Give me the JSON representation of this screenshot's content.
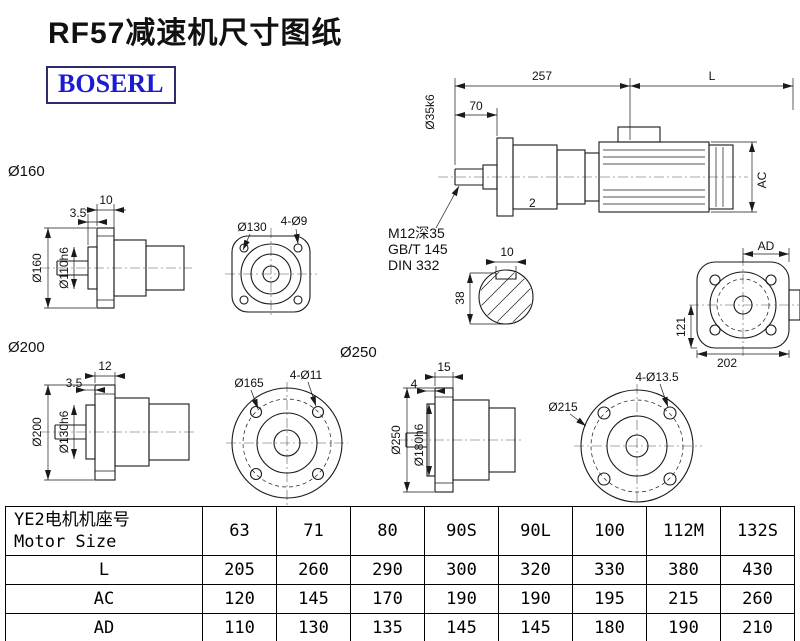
{
  "title": "RF57减速机尺寸图纸",
  "brand": "BOSERL",
  "main_view": {
    "dim_257": "257",
    "dim_L": "L",
    "dim_70": "70",
    "dim_shaft_dia": "Ø35k6",
    "dim_AC": "AC",
    "dim_2": "2",
    "note_tap": "M12深35",
    "note_gb": "GB/T 145",
    "note_din": "DIN 332"
  },
  "flange160": {
    "section_label": "Ø160",
    "dim_10": "10",
    "dim_3_5": "3.5",
    "dim_od": "Ø160",
    "dim_pilot": "Ø110h6"
  },
  "face130": {
    "dim_bolt_circle": "Ø130",
    "dim_holes": "4-Ø9"
  },
  "shaft_section": {
    "dim_key_width": "10",
    "dim_height": "38"
  },
  "motor_end_view": {
    "dim_AD": "AD",
    "dim_121": "121",
    "dim_202": "202"
  },
  "flange200": {
    "section_label": "Ø200",
    "dim_12": "12",
    "dim_3_5": "3.5",
    "dim_od": "Ø200",
    "dim_pilot": "Ø130h6"
  },
  "face165": {
    "section_label": "Ø250",
    "dim_bolt_circle": "Ø165",
    "dim_holes": "4-Ø11"
  },
  "flange250": {
    "dim_15": "15",
    "dim_4": "4",
    "dim_od": "Ø250",
    "dim_pilot": "Ø180h6"
  },
  "face215": {
    "dim_bolt_circle": "Ø215",
    "dim_holes": "4-Ø13.5"
  },
  "table": {
    "header_cn": "YE2电机机座号",
    "header_en": "Motor Size",
    "sizes": [
      "63",
      "71",
      "80",
      "90S",
      "90L",
      "100",
      "112M",
      "132S"
    ],
    "rows": [
      {
        "label": "L",
        "values": [
          "205",
          "260",
          "290",
          "300",
          "320",
          "330",
          "380",
          "430"
        ]
      },
      {
        "label": "AC",
        "values": [
          "120",
          "145",
          "170",
          "190",
          "190",
          "195",
          "215",
          "260"
        ]
      },
      {
        "label": "AD",
        "values": [
          "110",
          "130",
          "135",
          "145",
          "145",
          "180",
          "190",
          "210"
        ]
      }
    ]
  }
}
